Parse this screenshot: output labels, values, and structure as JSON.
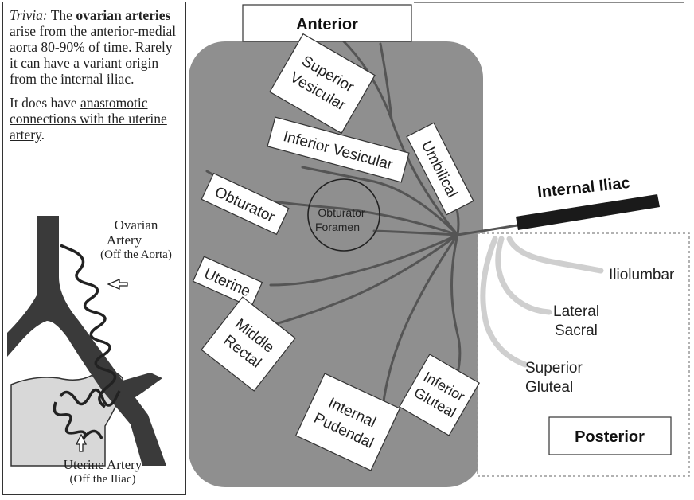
{
  "trivia": {
    "label": "Trivia:",
    "p1_a": "The",
    "p1_bold": "ovarian arteries",
    "p1_b": "arise from the anterior-medial aorta 80-90% of time.  Rarely it can have a variant origin from the internal iliac.",
    "p2_a": "It does have",
    "p2_underline": "anastomotic connections with the uterine artery",
    "p2_b": "."
  },
  "inset": {
    "ovarian_label_1": "Ovarian",
    "ovarian_label_2": "Artery",
    "ovarian_label_3": "(Off the Aorta)",
    "uterine_label_1": "Uterine Artery",
    "uterine_label_2": "(Off the Iliac)"
  },
  "diagram": {
    "anterior": "Anterior",
    "posterior": "Posterior",
    "internal_iliac": "Internal Iliac",
    "branches": {
      "superior_vesicular_1": "Superior",
      "superior_vesicular_2": "Vesicular",
      "inferior_vesicular": "Inferior Vesicular",
      "umbilical": "Umbilical",
      "obturator": "Obturator",
      "obturator_foramen_1": "Obturator",
      "obturator_foramen_2": "Foramen",
      "uterine": "Uterine",
      "middle_rectal_1": "Middle",
      "middle_rectal_2": "Rectal",
      "internal_pudendal_1": "Internal",
      "internal_pudendal_2": "Pudendal",
      "inferior_gluteal_1": "Inferior",
      "inferior_gluteal_2": "Gluteal",
      "iliolumbar": "Iliolumbar",
      "lateral_sacral_1": "Lateral",
      "lateral_sacral_2": "Sacral",
      "superior_gluteal_1": "Superior",
      "superior_gluteal_2": "Gluteal"
    }
  }
}
